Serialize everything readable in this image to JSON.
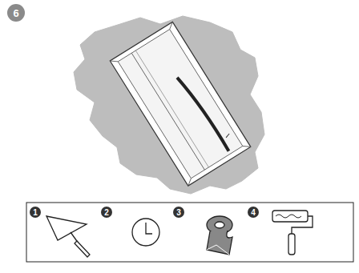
{
  "diagram": {
    "labels": [
      "6",
      "1",
      "2",
      "3",
      "4"
    ]
  }
}
